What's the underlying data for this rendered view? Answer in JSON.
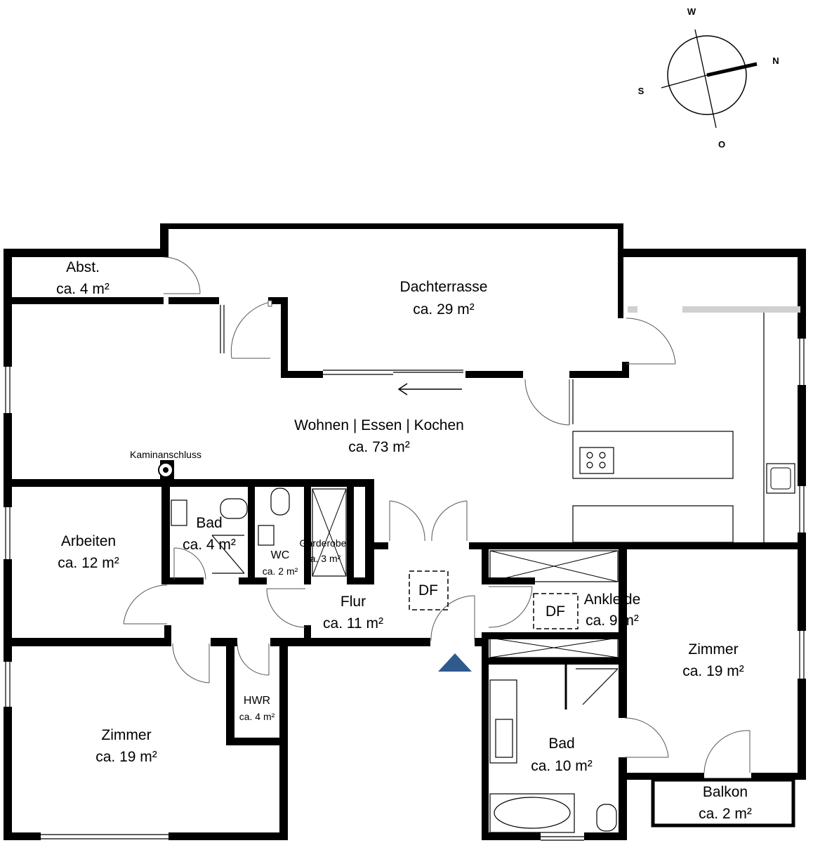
{
  "compass": {
    "north": "N",
    "south": "S",
    "west": "W",
    "east": "O"
  },
  "rooms": {
    "abst": {
      "name": "Abst.",
      "area": "ca. 4 m²"
    },
    "terrace": {
      "name": "Dachterrasse",
      "area": "ca. 29 m²"
    },
    "living": {
      "name": "Wohnen | Essen | Kochen",
      "area": "ca. 73 m²"
    },
    "arbeiten": {
      "name": "Arbeiten",
      "area": "ca. 12 m²"
    },
    "bad_small": {
      "name": "Bad",
      "area": "ca. 4 m²"
    },
    "wc": {
      "name": "WC",
      "area": "ca. 2 m²"
    },
    "garderobe": {
      "name": "Garderobe",
      "area": "ca. 3 m²"
    },
    "flur": {
      "name": "Flur",
      "area": "ca. 11 m²"
    },
    "ankleide": {
      "name": "Ankleide",
      "area": "ca. 9 m²"
    },
    "zimmer_right": {
      "name": "Zimmer",
      "area": "ca. 19 m²"
    },
    "zimmer_left": {
      "name": "Zimmer",
      "area": "ca. 19 m²"
    },
    "hwr": {
      "name": "HWR",
      "area": "ca. 4 m²"
    },
    "bad_large": {
      "name": "Bad",
      "area": "ca. 10 m²"
    },
    "balkon": {
      "name": "Balkon",
      "area": "ca. 2 m²"
    }
  },
  "annotations": {
    "kamin": "Kaminanschluss",
    "df1": "DF",
    "df2": "DF"
  },
  "colors": {
    "wall": "#000000",
    "entrance_marker": "#2e5a8e",
    "shade": "#d0d0d0"
  }
}
